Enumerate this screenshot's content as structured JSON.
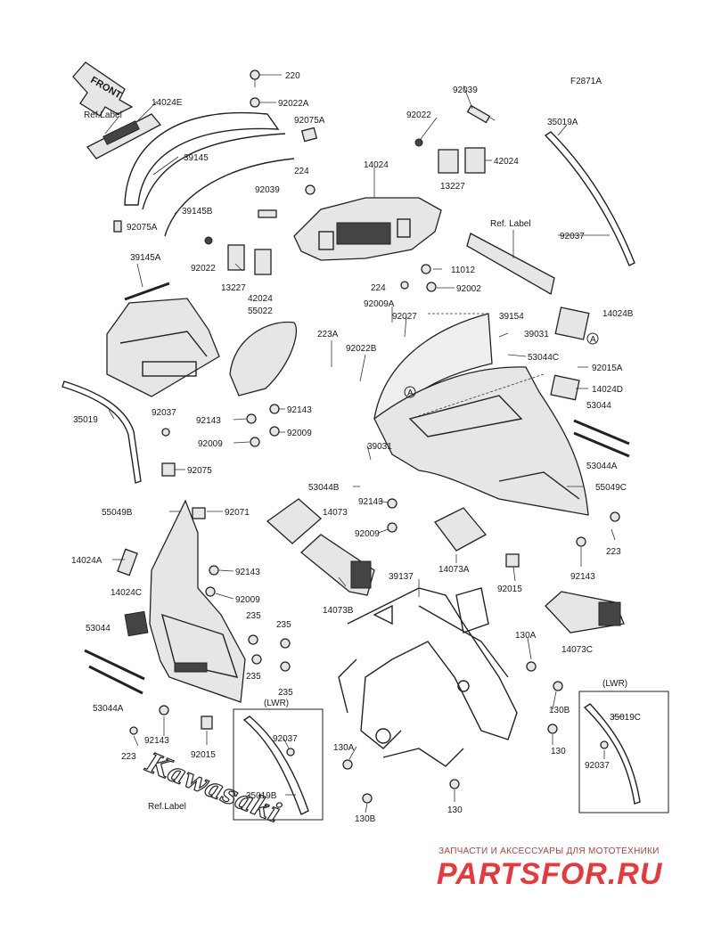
{
  "diagram_code": "F2871A",
  "front_label": "FRONT",
  "brand_decal": "Kawasaki",
  "lwr_label": "(LWR)",
  "watermark": {
    "tagline": "ЗАПЧАСТИ И АКСЕССУАРЫ ДЛЯ МОТОТЕХНИКИ",
    "logo": "PARTSFOR.RU"
  },
  "callouts": {
    "p220": "220",
    "p92022A": "92022A",
    "p92039_top": "92039",
    "p14024E": "14024E",
    "p92075A_top": "92075A",
    "p92022_top": "92022",
    "p35019A": "35019A",
    "refLabel_top": "Ref.Label",
    "p39145": "39145",
    "p224_top": "224",
    "p14024": "14024",
    "p42024_top": "42024",
    "p13227_top": "13227",
    "p39145B": "39145B",
    "p92039_mid": "92039",
    "p92075A_left": "92075A",
    "refLabel_right": "Ref. Label",
    "p92037_right": "92037",
    "p92022_mid": "92022",
    "p39145A": "39145A",
    "p13227_mid": "13227",
    "p42024_mid": "42024",
    "p11012": "11012",
    "p224_mid": "224",
    "p92002": "92002",
    "p55022": "55022",
    "p92009A": "92009A",
    "p92027": "92027",
    "p39154": "39154",
    "p14024B": "14024B",
    "p223A": "223A",
    "p92022B": "92022B",
    "p39031_top": "39031",
    "p53044C": "53044C",
    "p92015A": "92015A",
    "p14024D": "14024D",
    "p35019": "35019",
    "p92037_left": "92037",
    "p92143_a": "92143",
    "p92143_b": "92143",
    "p92009_a": "92009",
    "p92009_b": "92009",
    "p53044": "53044",
    "p53044A": "53044A",
    "p39031_mid": "39031",
    "p92075": "92075",
    "p53044B": "53044B",
    "p55049C": "55049C",
    "p55049B": "55049B",
    "p92071": "92071",
    "p14073": "14073",
    "p92143_c": "92143",
    "p92009_c": "92009",
    "p223": "223",
    "p14024A": "14024A",
    "p92143_d": "92143",
    "p14073A": "14073A",
    "p92143_e": "92143",
    "p92015": "92015",
    "p39137": "39137",
    "p14024C": "14024C",
    "p92009_d": "92009",
    "p14073B": "14073B",
    "p235_a": "235",
    "p235_b": "235",
    "p14073C": "14073C",
    "p53044_left": "53044",
    "p235_c": "235",
    "p235_d": "235",
    "p130A_top": "130A",
    "p53044A_left": "53044A",
    "lwr_mid": "(LWR)",
    "lwr_right": "(LWR)",
    "p130B_top": "130B",
    "p92143_f": "92143",
    "p92037_mid": "92037",
    "p35019C": "35019C",
    "p223_bottom": "223",
    "p92015_bottom": "92015",
    "p130A_left": "130A",
    "p130_right": "130",
    "p92037_bottom": "92037",
    "refLabel_bottom": "Ref.Label",
    "p35019B": "35019B",
    "p130B_bottom": "130B",
    "p130_bottom": "130",
    "circleA": "A"
  }
}
